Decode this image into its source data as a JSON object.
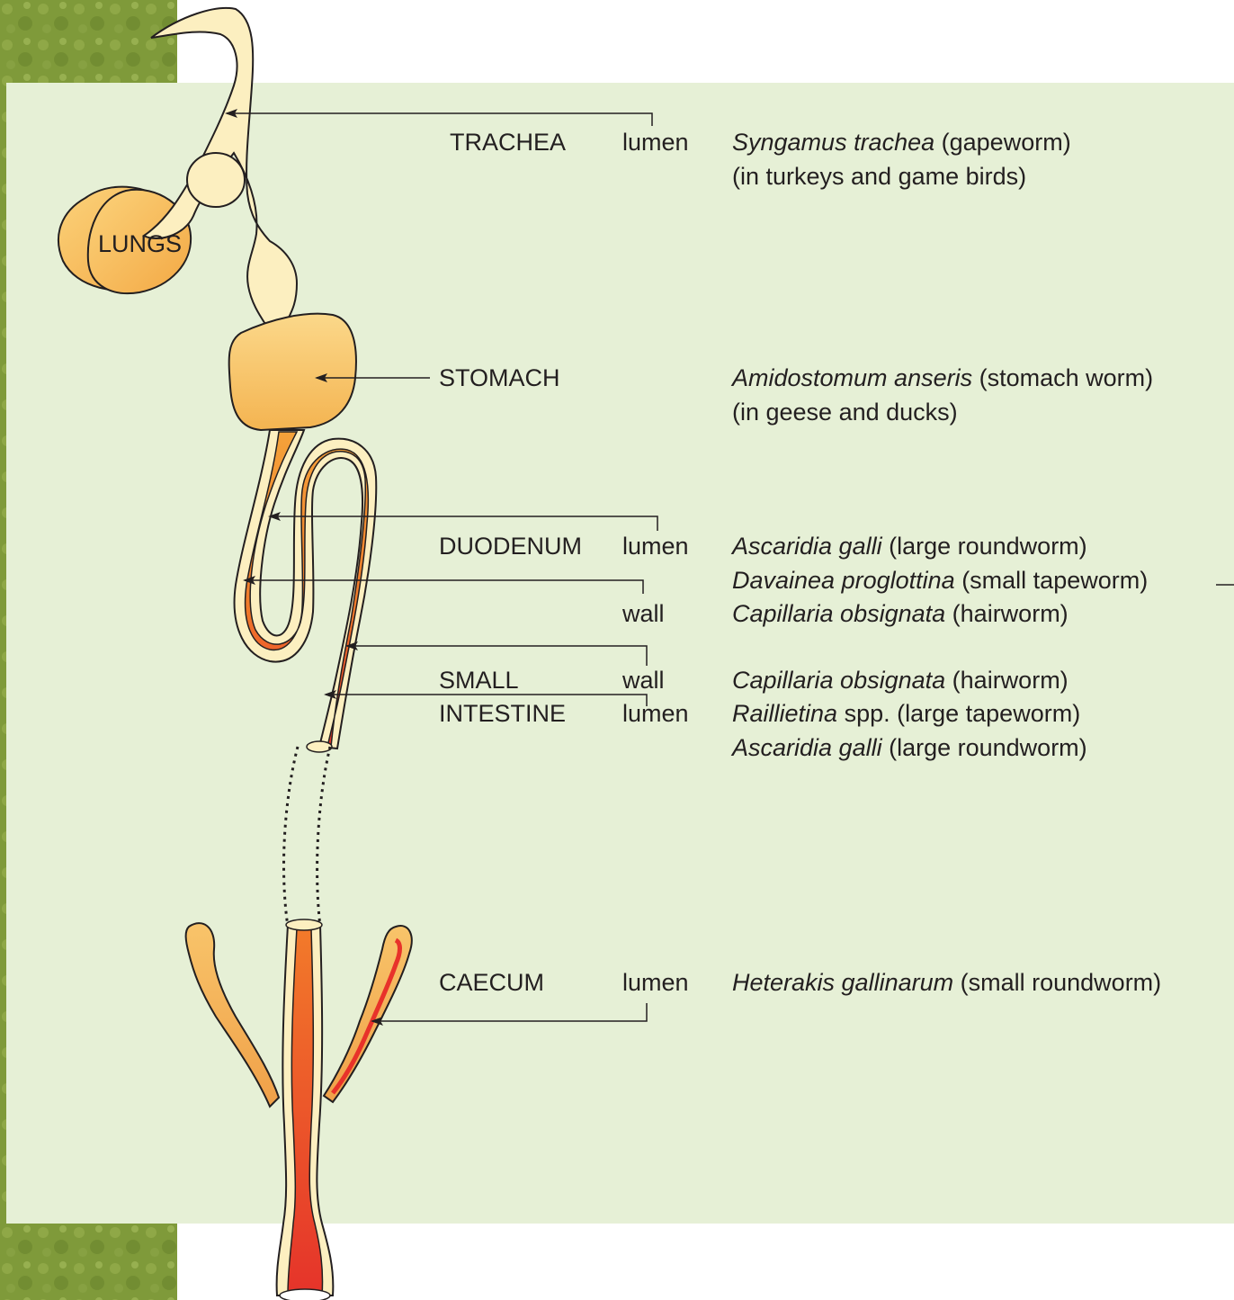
{
  "colors": {
    "texture_green": "#7f9a3a",
    "panel_bg": "#e6f0d6",
    "trachea_fill": "#fcefc0",
    "stomach_fill": "#f8c46a",
    "gut_orange": "#f18a2c",
    "gut_red": "#e5332a",
    "outline": "#231f20"
  },
  "organs": {
    "lungs": "LUNGS",
    "trachea": "TRACHEA",
    "stomach": "STOMACH",
    "duodenum": "DUODENUM",
    "small_intestine_1": "SMALL",
    "small_intestine_2": "INTESTINE",
    "caecum": "CAECUM"
  },
  "sites": {
    "trachea_lumen": "lumen",
    "duodenum_lumen": "lumen",
    "duodenum_wall": "wall",
    "si_wall": "wall",
    "si_lumen": "lumen",
    "caecum_lumen": "lumen"
  },
  "parasites": {
    "trachea": {
      "name": "Syngamus trachea",
      "note": "(gapeworm)",
      "line2": "(in turkeys and game birds)"
    },
    "stomach": {
      "name": "Amidostomum anseris",
      "note": "(stomach worm)",
      "line2": "(in geese and ducks)"
    },
    "duodenum_1": {
      "name": "Ascaridia galli",
      "note": "(large roundworm)"
    },
    "duodenum_2": {
      "name": "Davainea proglottina",
      "note": "(small tapeworm)"
    },
    "duodenum_3": {
      "name": "Capillaria obsignata",
      "note": "(hairworm)"
    },
    "si_1": {
      "name": "Capillaria obsignata",
      "note": "(hairworm)"
    },
    "si_2": {
      "name": "Raillietina",
      "note": "spp. (large tapeworm)"
    },
    "si_3": {
      "name": "Ascaridia galli",
      "note": "(large roundworm)"
    },
    "caecum": {
      "name": "Heterakis gallinarum",
      "note": "(small roundworm)"
    }
  }
}
